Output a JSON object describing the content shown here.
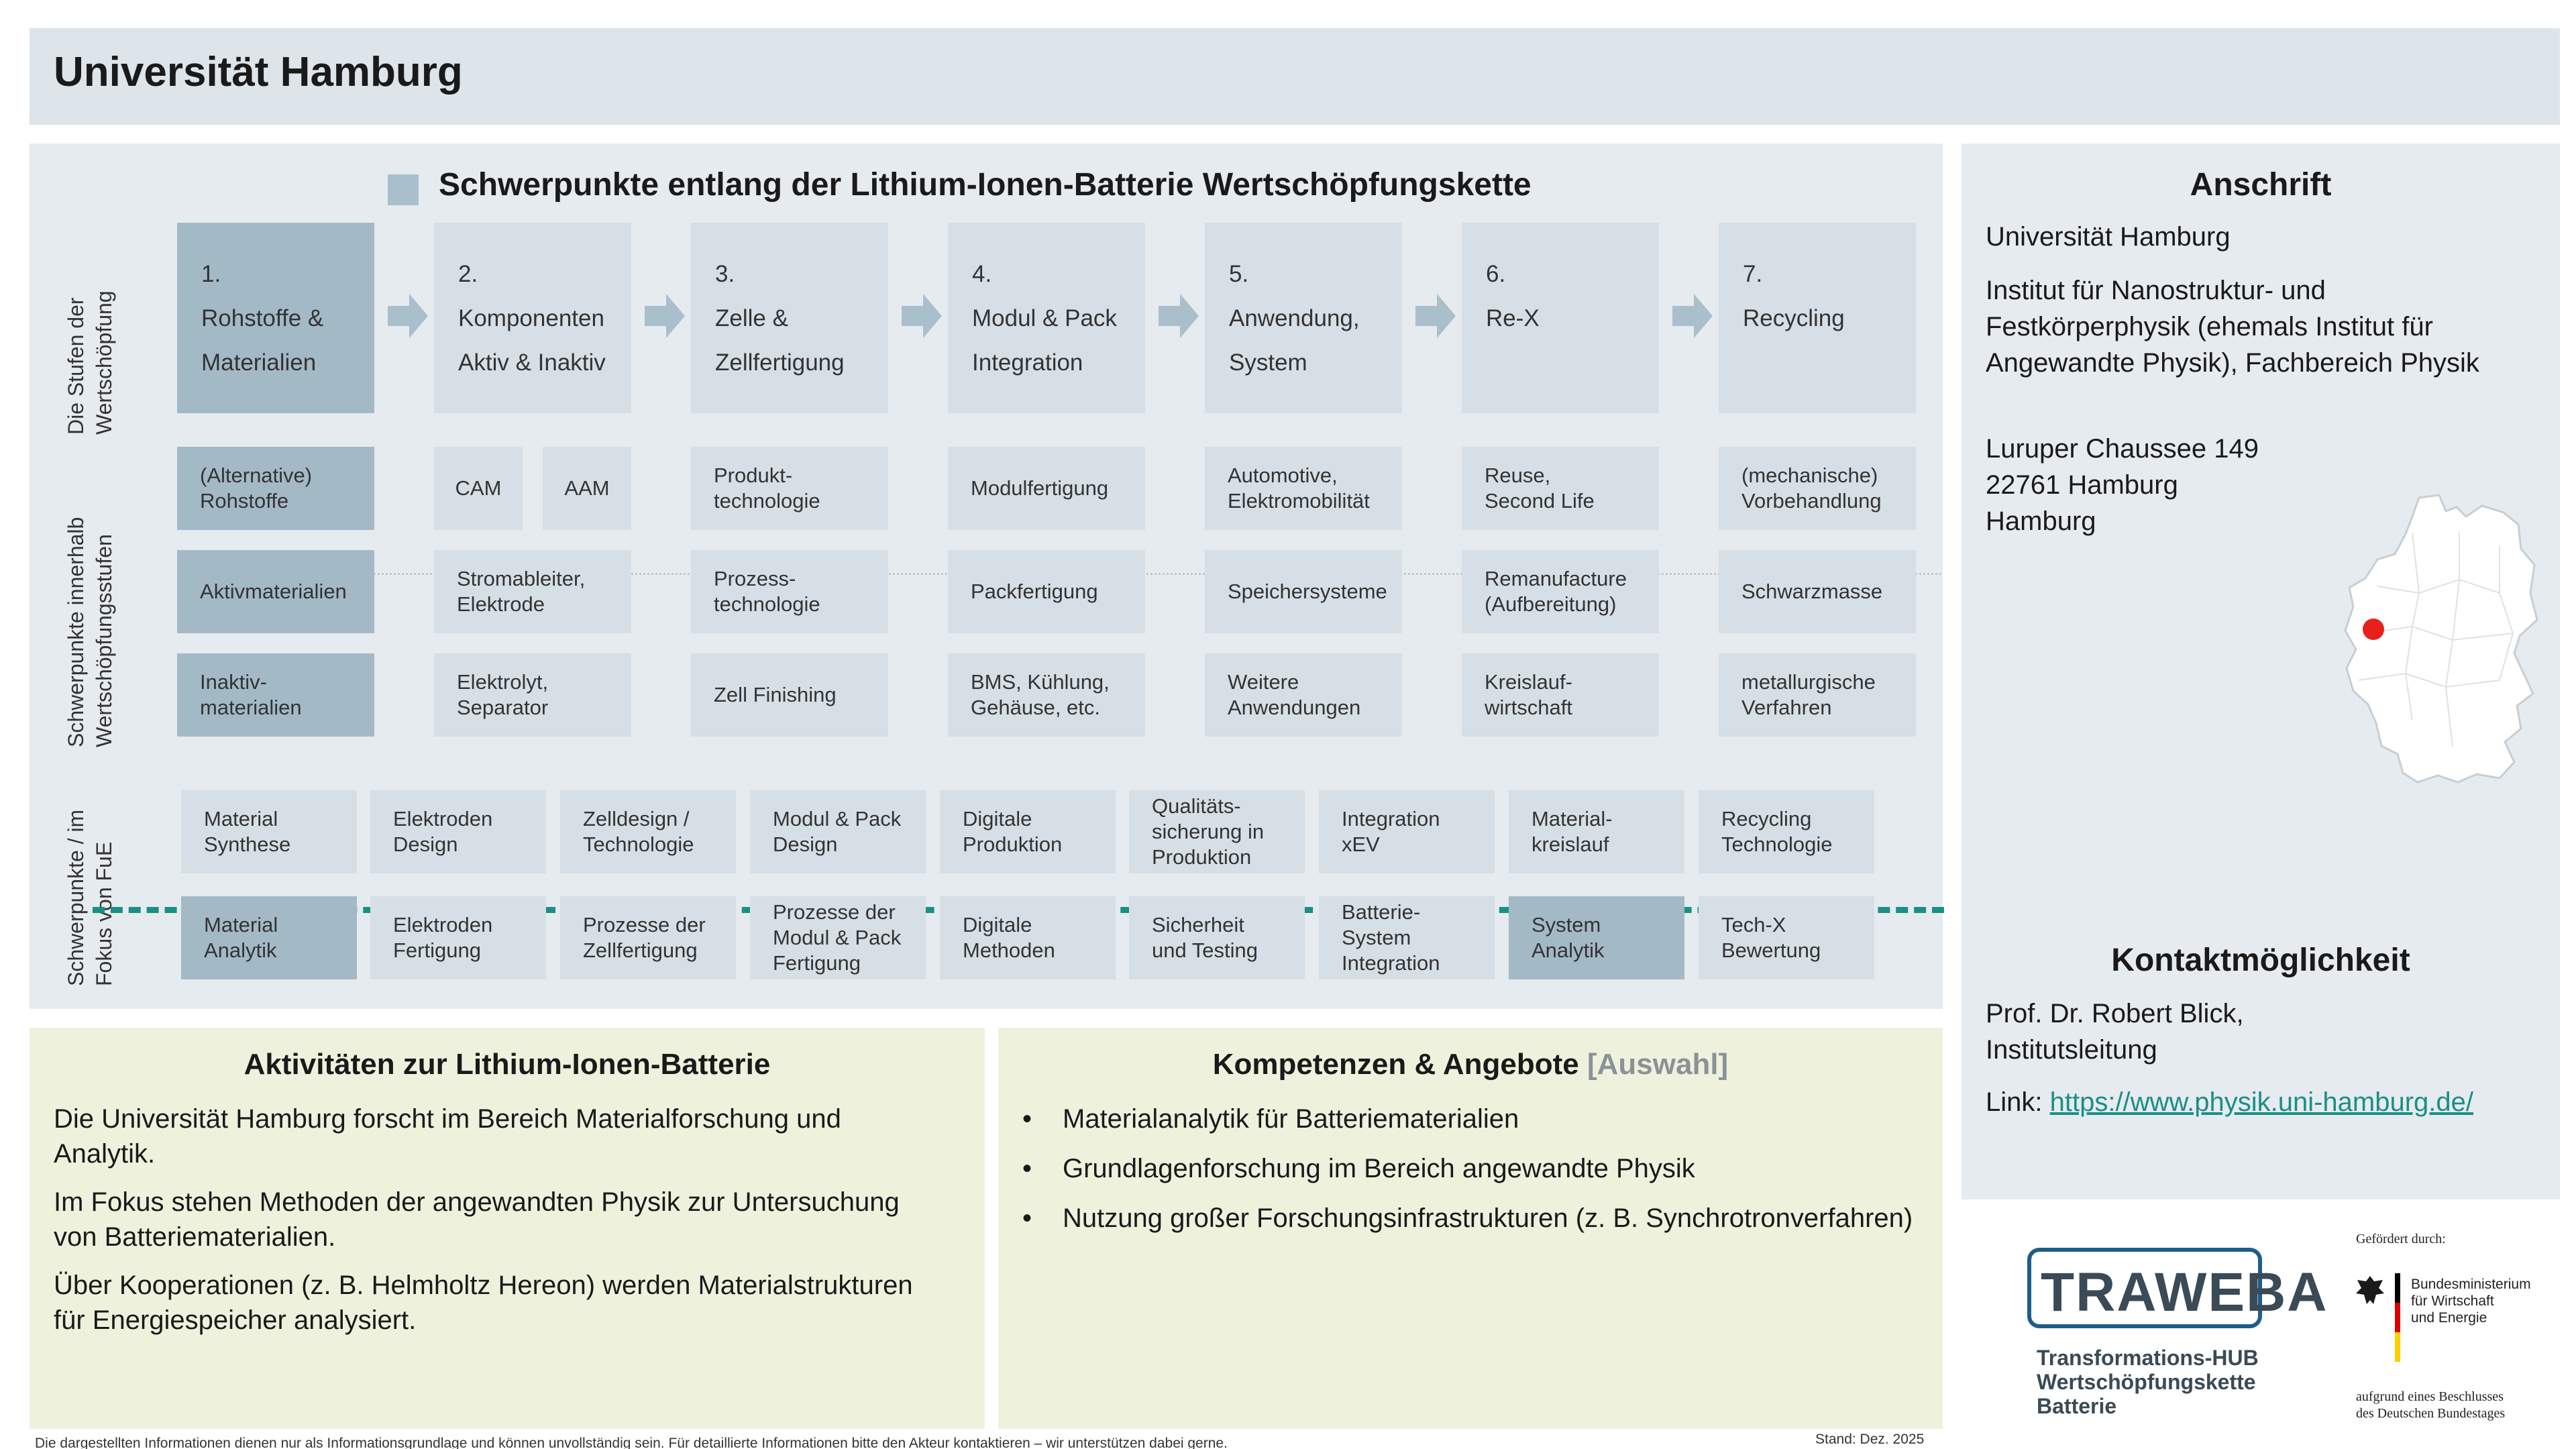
{
  "header": {
    "title": "Universität Hamburg"
  },
  "chain": {
    "title": "Schwerpunkte entlang der Lithium-Ionen-Batterie Wertschöpfungskette",
    "row_labels": {
      "stages": "Die Stufen der Wertschöpfung",
      "focus": "Schwerpunkte innerhalb Wertschöpfungsstufen",
      "rd": "Schwerpunkte / im Fokus von FuE"
    },
    "stages": [
      {
        "num": "1.",
        "label": "Rohstoffe & Materialien",
        "highlight": true
      },
      {
        "num": "2.",
        "label": "Komponenten Aktiv & Inaktiv",
        "highlight": false
      },
      {
        "num": "3.",
        "label": "Zelle & Zellfertigung",
        "highlight": false
      },
      {
        "num": "4.",
        "label": "Modul & Pack Integration",
        "highlight": false
      },
      {
        "num": "5.",
        "label": "Anwendung, System",
        "highlight": false
      },
      {
        "num": "6.",
        "label": "Re-X",
        "highlight": false
      },
      {
        "num": "7.",
        "label": "Recycling",
        "highlight": false
      }
    ],
    "focus_rows": [
      [
        "(Alternative)\nRohstoffe",
        "CAM",
        "AAM",
        "Produkt-\ntechnologie",
        "Modulfertigung",
        "Automotive,\nElektromobilität",
        "Reuse,\nSecond Life",
        "(mechanische)\nVorbehandlung"
      ],
      [
        "Aktivmaterialien",
        "Stromableiter,\nElektrode",
        "Prozess-\ntechnologie",
        "Packfertigung",
        "Speichersysteme",
        "Remanufacture\n(Aufbereitung)",
        "Schwarzmasse"
      ],
      [
        "Inaktiv-\nmaterialien",
        "Elektrolyt,\nSeparator",
        "Zell Finishing",
        "BMS, Kühlung,\nGehäuse, etc.",
        "Weitere\nAnwendungen",
        "Kreislauf-\nwirtschaft",
        "metallurgische\nVerfahren"
      ]
    ],
    "focus_highlight": [
      "(Alternative)\nRohstoffe",
      "Aktivmaterialien",
      "Inaktiv-\nmaterialien"
    ],
    "rd_rows": [
      [
        "Material\nSynthese",
        "Elektroden\nDesign",
        "Zelldesign /\nTechnologie",
        "Modul & Pack\nDesign",
        "Digitale\nProduktion",
        "Qualitäts-\nsicherung in\nProduktion",
        "Integration\nxEV",
        "Material-\nkreislauf",
        "Recycling\nTechnologie"
      ],
      [
        "Material\nAnalytik",
        "Elektroden\nFertigung",
        "Prozesse der\nZellfertigung",
        "Prozesse der\nModul & Pack\nFertigung",
        "Digitale\nMethoden",
        "Sicherheit\nund Testing",
        "Batterie-\nSystem\nIntegration",
        "System\nAnalytik",
        "Tech-X\nBewertung"
      ]
    ],
    "rd_highlight": [
      "Material\nAnalytik",
      "System\nAnalytik"
    ]
  },
  "address": {
    "title": "Anschrift",
    "name": "Universität Hamburg",
    "institute": "Institut für Nanostruktur- und\nFestkörperphysik (ehemals Institut für\nAngewandte Physik), Fachbereich Physik",
    "street": "Luruper Chaussee 149\n22761 Hamburg\nHamburg"
  },
  "contact": {
    "title": "Kontaktmöglichkeit",
    "person": "Prof. Dr. Robert Blick,\nInstitutsleitung",
    "link_label": "Link: ",
    "link": "https://www.physik.uni-hamburg.de/"
  },
  "activities": {
    "title": "Aktivitäten zur Lithium-Ionen-Batterie",
    "paragraphs": [
      "Die Universität Hamburg forscht im Bereich Materialforschung und\nAnalytik.",
      "Im Fokus stehen Methoden der angewandten Physik zur Untersuchung\nvon Batteriematerialien.",
      "Über Kooperationen (z. B. Helmholtz Hereon) werden Materialstrukturen\nfür Energiespeicher analysiert."
    ]
  },
  "competences": {
    "title": "Kompetenzen & Angebote",
    "title_suffix": "[Auswahl]",
    "items": [
      "Materialanalytik für Batteriematerialien",
      "Grundlagenforschung im Bereich angewandte Physik",
      "Nutzung großer Forschungsinfrastrukturen (z. B. Synchrotronverfahren)"
    ]
  },
  "footer": {
    "note": "Die dargestellten Informationen dienen nur als Informationsgrundlage und können unvollständig sein. Für detaillierte Informationen bitte den Akteur kontaktieren – wir unterstützen dabei gerne.",
    "stand": "Stand: Dez. 2025"
  },
  "logos": {
    "traweba": "TRAWEBA",
    "traweba_sub": "Transformations-HUB\nWertschöpfungskette\nBatterie",
    "gefoerdert": "Gefördert durch:",
    "ministry": "Bundesministerium\nfür Wirtschaft\nund Energie",
    "beschluss": "aufgrund eines Beschlusses\ndes Deutschen Bundestages"
  },
  "colors": {
    "accent": "#1a8f86",
    "highlight_box": "#a4b9c6",
    "box": "#d6dfe5",
    "panel": "#e6ebef",
    "green_panel": "#eef2dd",
    "marker": "#e8201c"
  },
  "icons": [
    "arrow-right-icon",
    "germany-map-icon",
    "location-marker-icon",
    "eagle-icon"
  ]
}
